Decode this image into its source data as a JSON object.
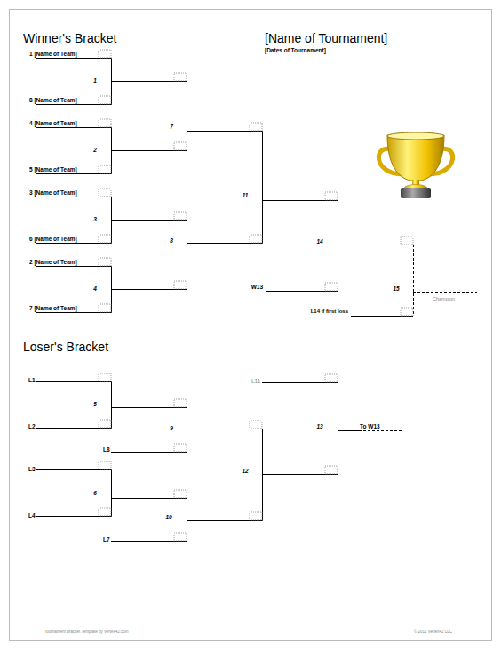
{
  "diagram": {
    "title": "[Name of Tournament]",
    "labels": [
      "Winner's Bracket",
      "[Dates of Tournament]",
      "1 [Name of Team]",
      "8 [Name of Team]",
      "4 [Name of Team]",
      "5 [Name of Team]",
      "3 [Name of Team]",
      "6 [Name of Team]",
      "2 [Name of Team]",
      "7 [Name of Team]",
      "1",
      "2",
      "3",
      "4",
      "7",
      "8",
      "11",
      "14",
      "15",
      "W13",
      "L14 if first loss",
      "Champion",
      "Loser's Bracket",
      "L1",
      "L2",
      "L8",
      "L3",
      "L4",
      "L7",
      "L11",
      "5",
      "9",
      "6",
      "10",
      "12",
      "13",
      "To W13",
      "Tournament Bracket Template by Vertex42.com",
      "© 2012 Vertex42 LLC"
    ]
  }
}
